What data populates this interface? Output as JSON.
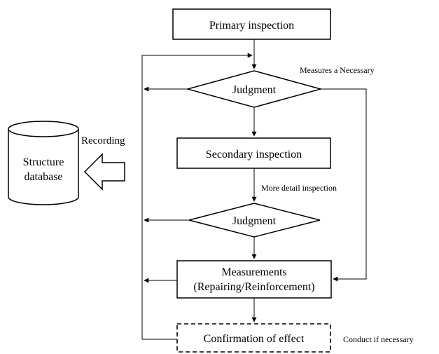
{
  "flowchart": {
    "primary_inspection": "Primary inspection",
    "judgment_1": "Judgment",
    "measures_label": "Measures a Necessary",
    "secondary_inspection": "Secondary inspection",
    "detail_label": "More detail inspection",
    "judgment_2": "Judgment",
    "measurements_line1": "Measurements",
    "measurements_line2": "(Repairing/Reinforcement)",
    "confirmation": "Confirmation of effect",
    "conduct_label": "Conduct if necessary",
    "recording_label": "Recording",
    "database_line1": "Structure",
    "database_line2": "database"
  }
}
